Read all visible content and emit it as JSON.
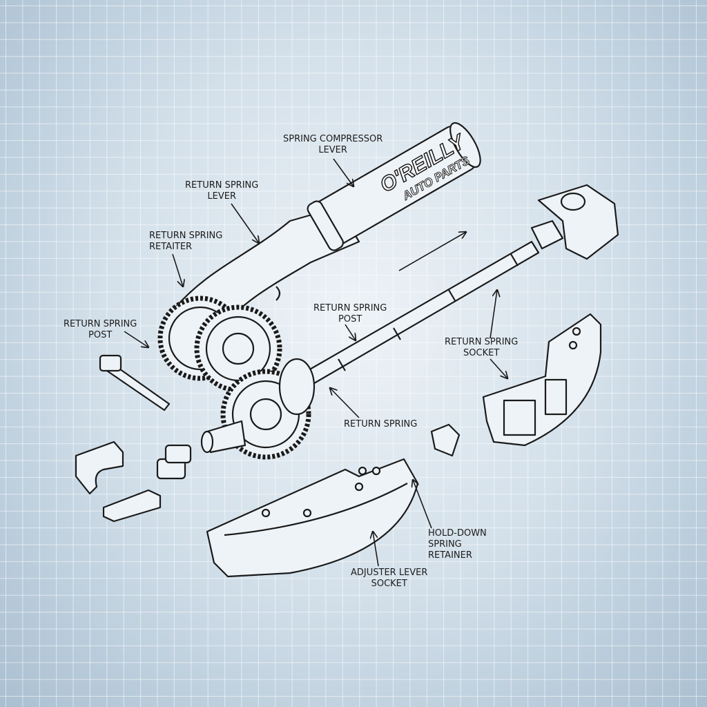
{
  "logo": {
    "line1": "O'REILLY",
    "line2": "AUTO PARTS"
  },
  "labels": {
    "spring_compressor_lever": [
      "SPRING COMPRESSOR",
      "LEVER"
    ],
    "return_spring_lever": [
      "RETURN SPRING",
      "LEVER"
    ],
    "return_spring_retainer": [
      "RETURN SPRING",
      "RETAITER"
    ],
    "return_spring_post_left": [
      "RETURN SPRING",
      "POST"
    ],
    "return_spring_post_center": [
      "RETURN SPRING",
      "POST"
    ],
    "return_spring_socket": [
      "RETURN SPRING",
      "SOCKET"
    ],
    "return_spring": [
      "RETURN SPRING"
    ],
    "hold_down_spring_retainer": [
      "HOLD-DOWN",
      "SPRING",
      "RETAINER"
    ],
    "adjuster_lever_socket": [
      "ADJUSTER LEVER",
      "SOCKET"
    ]
  },
  "colors": {
    "line": "#1a1a1a",
    "fill": "#eef3f7",
    "background": "#d3e0ea"
  }
}
